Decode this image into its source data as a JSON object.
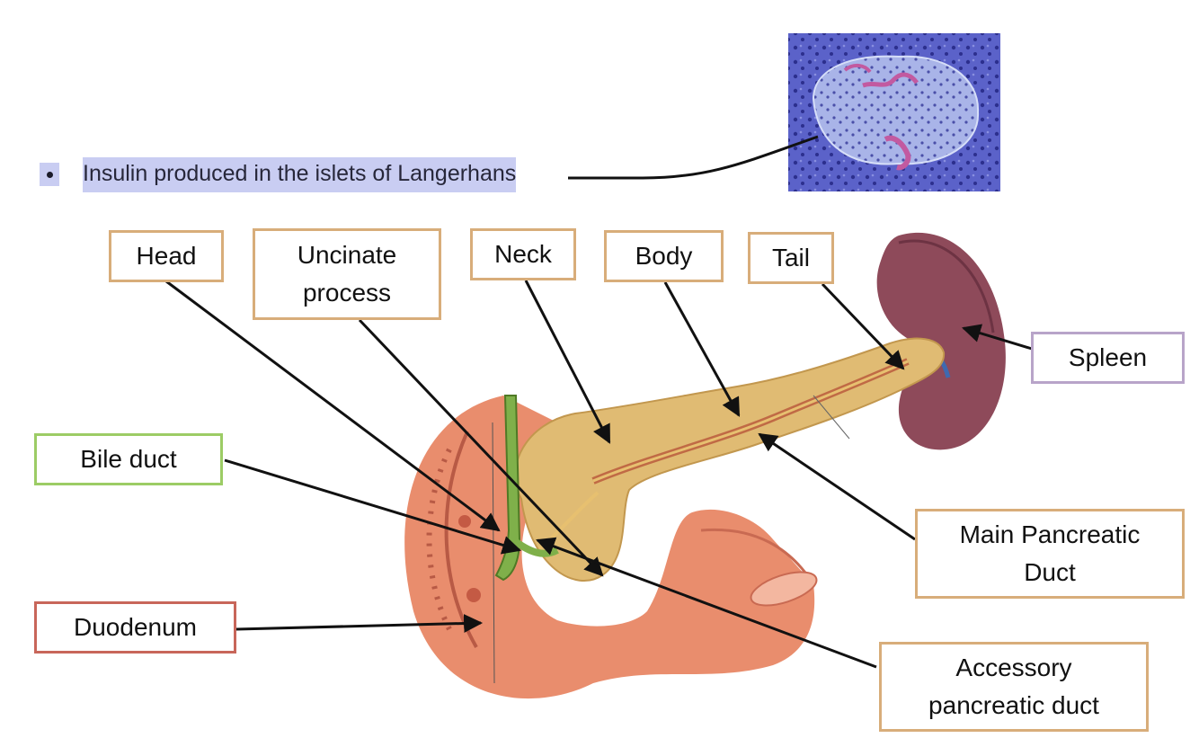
{
  "bullet": {
    "text": "Insulin produced in the islets of Langerhans"
  },
  "labels": {
    "head": "Head",
    "uncinate": "Uncinate\nprocess",
    "neck": "Neck",
    "body": "Body",
    "tail": "Tail",
    "spleen": "Spleen",
    "bile_duct": "Bile duct",
    "main_duct": "Main Pancreatic\nDuct",
    "duodenum": "Duodenum",
    "accessory_duct": "Accessory\npancreatic duct"
  },
  "colors": {
    "tan_border": "#d8ad7a",
    "green_border": "#9ccc65",
    "red_border": "#c8665a",
    "purple_border": "#b8a4c9",
    "highlight": "#c9cdf2",
    "pancreas": "#e0bb73",
    "duodenum": "#e98d6d",
    "spleen": "#8e4a5a",
    "histology": "#5b62c9"
  }
}
